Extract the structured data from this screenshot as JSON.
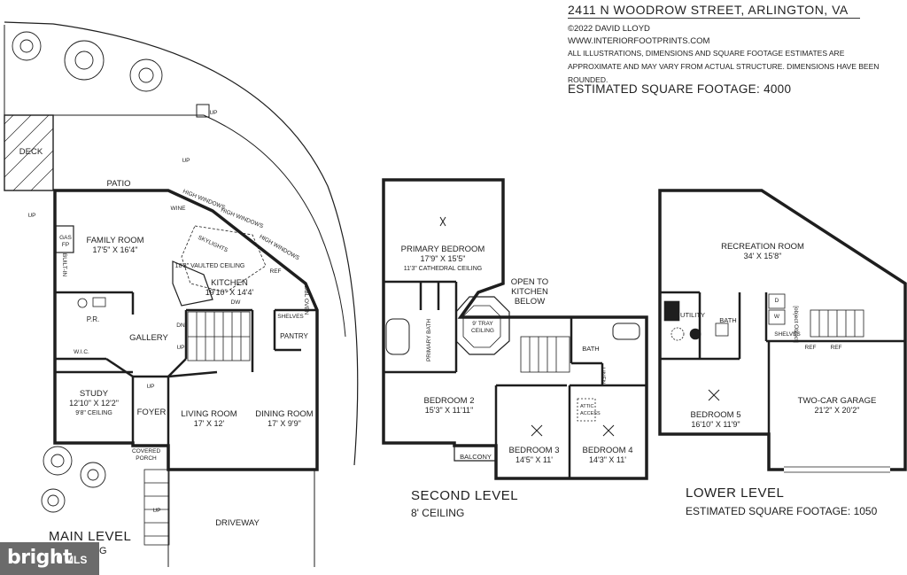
{
  "header": {
    "address": "2411 N WOODROW STREET, ARLINGTON, VA",
    "copyright": "©2022 DAVID LLOYD",
    "website": "WWW.INTERIORFOOTPRINTS.COM",
    "disclaimer": "ALL ILLUSTRATIONS, DIMENSIONS AND SQUARE FOOTAGE ESTIMATES ARE APPROXIMATE AND MAY VARY FROM ACTUAL STRUCTURE. DIMENSIONS HAVE BEEN ROUNDED.",
    "total_sqft": "ESTIMATED SQUARE FOOTAGE: 4000"
  },
  "levels": {
    "main": {
      "title": "MAIN LEVEL",
      "subtitle": "NG"
    },
    "second": {
      "title": "SECOND LEVEL",
      "subtitle": "8' CEILING"
    },
    "lower": {
      "title": "LOWER LEVEL",
      "subtitle": "ESTIMATED SQUARE FOOTAGE: 1050"
    }
  },
  "main_rooms": {
    "family": {
      "name": "FAMILY ROOM",
      "dim": "17'5\" X 16'4\""
    },
    "kitchen": {
      "name": "KITCHEN",
      "dim": "19'10\" X 14'4'"
    },
    "vaulted": {
      "note": "18'3\" VAULTED CEILING"
    },
    "gallery": {
      "name": "GALLERY"
    },
    "study": {
      "name": "STUDY",
      "dim": "12'10\" X 12'2\"",
      "note": "9'8\" CEILING"
    },
    "foyer": {
      "name": "FOYER"
    },
    "living": {
      "name": "LIVING ROOM",
      "dim": "17' X 12'"
    },
    "dining": {
      "name": "DINING ROOM",
      "dim": "17' X 9'9\""
    },
    "patio": {
      "name": "PATIO"
    },
    "deck": {
      "name": "DECK"
    },
    "driveway": {
      "name": "DRIVEWAY"
    },
    "pantry": {
      "name": "PANTRY"
    },
    "pr": {
      "name": "P.R."
    },
    "wic": {
      "name": "W.I.C."
    },
    "covered_porch": {
      "name": "COVERED PORCH"
    },
    "gas_fp": {
      "name": "GAS FP"
    },
    "high_windows": "HIGH WINDOWS",
    "skylights": "SKYLIGHTS",
    "shelves": "SHELVES",
    "wine": "WINE",
    "ref": "REF",
    "dw": "DW",
    "up": "UP",
    "dn": "DN",
    "built_in": "BUILT-IN",
    "dbl_oven": "DBL OVEN"
  },
  "second_rooms": {
    "primary_bed": {
      "name": "PRIMARY BEDROOM",
      "dim": "17'9\" X 15'5\"",
      "note": "11'3\" CATHEDRAL CEILING"
    },
    "primary_bath": {
      "name": "PRIMARY BATH"
    },
    "tray": {
      "note": "9' TRAY CEILING"
    },
    "open_kitchen": {
      "name": "OPEN TO KITCHEN BELOW"
    },
    "bed2": {
      "name": "BEDROOM 2",
      "dim": "15'3\" X 11'11\""
    },
    "bed3": {
      "name": "BEDROOM 3",
      "dim": "14'5\" X 11'"
    },
    "bed4": {
      "name": "BEDROOM 4",
      "dim": "14'3\" X 11'"
    },
    "bath": {
      "name": "BATH"
    },
    "balcony": {
      "name": "BALCONY"
    },
    "attic": "ATTIC ACCESS",
    "linen": "LINEN"
  },
  "lower_rooms": {
    "rec": {
      "name": "RECREATION ROOM",
      "dim": "34' X 15'8\""
    },
    "utility": {
      "name": "UTILITY"
    },
    "bath": {
      "name": "BATH"
    },
    "laundry": {
      "name": "LAUNDRY"
    },
    "bed5": {
      "name": "BEDROOM 5",
      "dim": "16'10\" X 11'9\""
    },
    "garage": {
      "name": "TWO-CAR GARAGE",
      "dim": "21'2\" X 20'2\""
    },
    "shelves": "SHELVES",
    "ref": "REF",
    "d": "D",
    "w": "W"
  },
  "watermark": {
    "brand": "bright",
    "mls": "MLS"
  },
  "colors": {
    "wall": "#1e1e1e",
    "fill": "#ffffff",
    "watermark_bg": "#6b6b6b"
  }
}
